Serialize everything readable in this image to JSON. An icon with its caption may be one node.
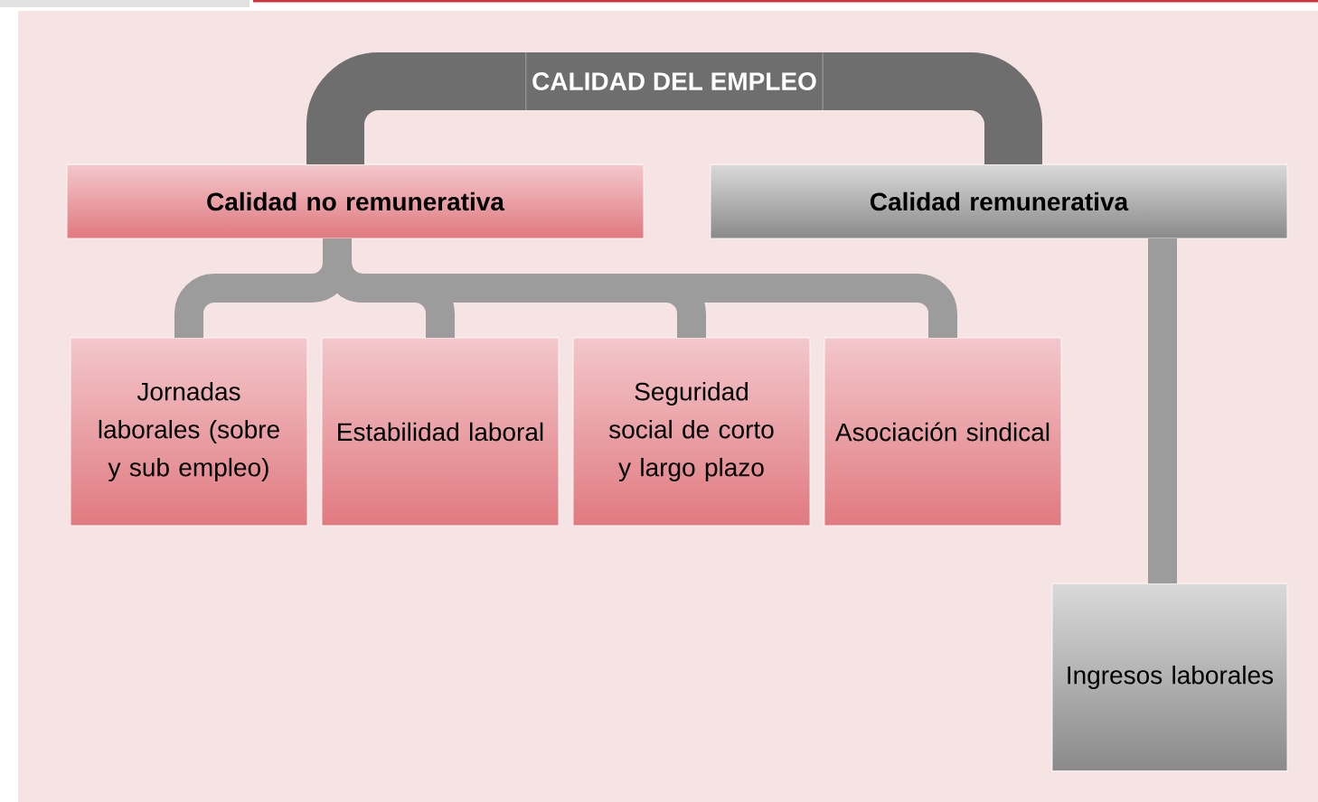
{
  "diagram": {
    "nodes": [
      {
        "text": [
          "CALIDAD DEL EMPLEO"
        ]
      },
      {
        "text": [
          "Calidad no remunerativa"
        ]
      },
      {
        "text": [
          "Calidad remunerativa"
        ]
      },
      {
        "text": [
          "Jornadas laborales (sobre y sub empleo)"
        ]
      },
      {
        "text": [
          "Estabilidad laboral"
        ]
      },
      {
        "text": [
          "Seguridad social de corto y largo plazo"
        ]
      },
      {
        "text": [
          "Asociación sindical"
        ]
      },
      {
        "text": [
          "Ingresos laborales"
        ]
      }
    ],
    "edges": [
      {
        "from": 0,
        "to": 1,
        "arrow": "none",
        "style": "thick",
        "color": "#6e6e6e"
      },
      {
        "from": 0,
        "to": 2,
        "arrow": "none",
        "style": "thick",
        "color": "#6e6e6e"
      },
      {
        "from": 1,
        "to": 3,
        "arrow": "none"
      },
      {
        "from": 1,
        "to": 4,
        "arrow": "none"
      },
      {
        "from": 1,
        "to": 5,
        "arrow": "none"
      },
      {
        "from": 1,
        "to": 6,
        "arrow": "none"
      },
      {
        "from": 2,
        "to": 7,
        "arrow": "none"
      }
    ]
  }
}
